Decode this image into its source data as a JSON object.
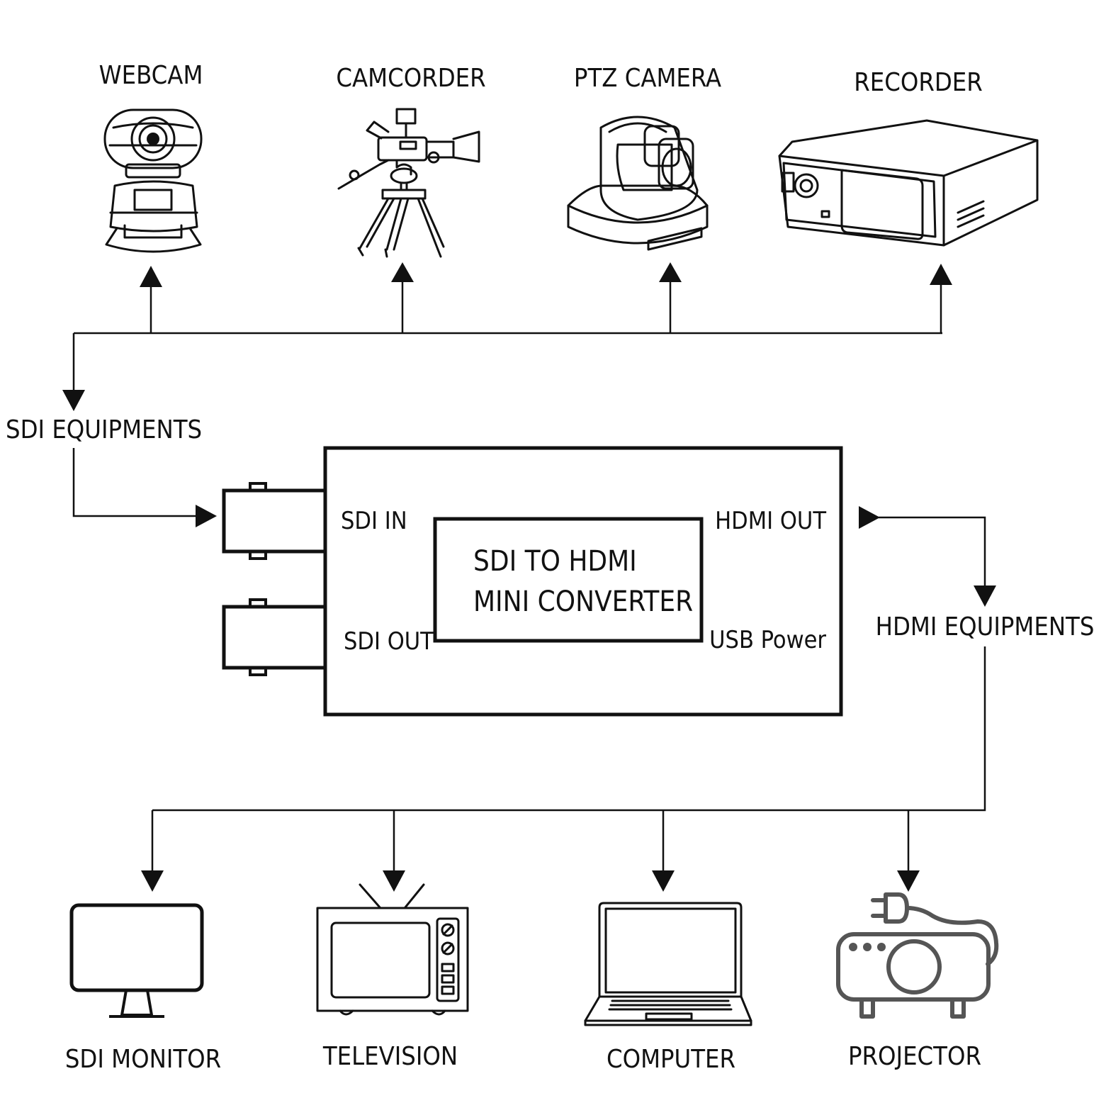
{
  "sources": {
    "webcam": "WEBCAM",
    "camcorder": "CAMCORDER",
    "ptz": "PTZ CAMERA",
    "recorder": "RECORDER"
  },
  "sdi_equipments": "SDI EQUIPMENTS",
  "hdmi_equipments": "HDMI EQUIPMENTS",
  "converter": {
    "title_line1": "SDI TO HDMI",
    "title_line2": "MINI CONVERTER",
    "sdi_in": "SDI IN",
    "sdi_out": "SDI OUT",
    "hdmi_out": "HDMI OUT",
    "usb_power": "USB Power"
  },
  "outputs": {
    "sdi_monitor": "SDI MONITOR",
    "television": "TELEVISION",
    "computer": "COMPUTER",
    "projector": "PROJECTOR"
  },
  "icons": [
    "webcam-icon",
    "camcorder-icon",
    "ptz-camera-icon",
    "recorder-icon",
    "monitor-icon",
    "television-icon",
    "laptop-icon",
    "projector-icon"
  ]
}
